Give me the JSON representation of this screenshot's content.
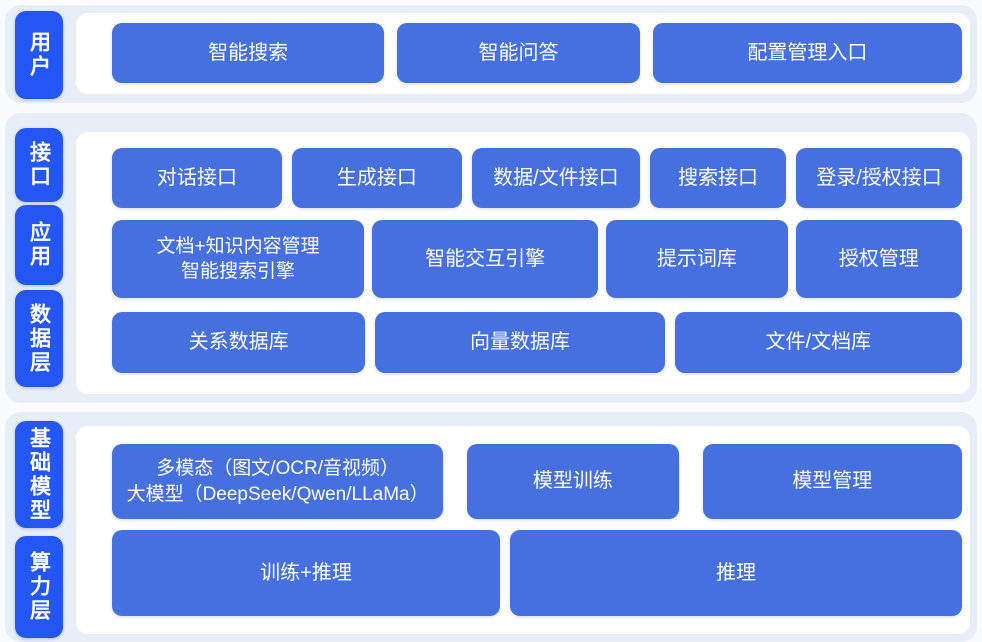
{
  "diagram_title": "",
  "colors": {
    "layer_label_bg": "#2356f2",
    "block_bg": "#4670e0",
    "section_bg": "#e7eef8",
    "panel_bg": "#ffffff",
    "text": "#ffffff"
  },
  "layers": {
    "user": {
      "label": "用户"
    },
    "interface": {
      "label": "接口"
    },
    "application": {
      "label": "应用"
    },
    "data": {
      "label": "数据层"
    },
    "foundation_model": {
      "label": "基础模型"
    },
    "compute": {
      "label": "算力层"
    }
  },
  "blocks": {
    "smart_search": "智能搜索",
    "smart_qa": "智能问答",
    "config_entry": "配置管理入口",
    "dialog_api": "对话接口",
    "generation_api": "生成接口",
    "data_file_api": "数据/文件接口",
    "search_api": "搜索接口",
    "login_auth_api": "登录/授权接口",
    "doc_knowledge_engine": "文档+知识内容管理\n智能搜索引擎",
    "interaction_engine": "智能交互引擎",
    "prompt_library": "提示词库",
    "auth_management": "授权管理",
    "relational_db": "关系数据库",
    "vector_db": "向量数据库",
    "file_doc_store": "文件/文档库",
    "multimodal_llm": "多模态（图文/OCR/音视频）\n大模型（DeepSeek/Qwen/LLaMa）",
    "model_training": "模型训练",
    "model_management": "模型管理",
    "training_inference": "训练+推理",
    "inference": "推理"
  }
}
